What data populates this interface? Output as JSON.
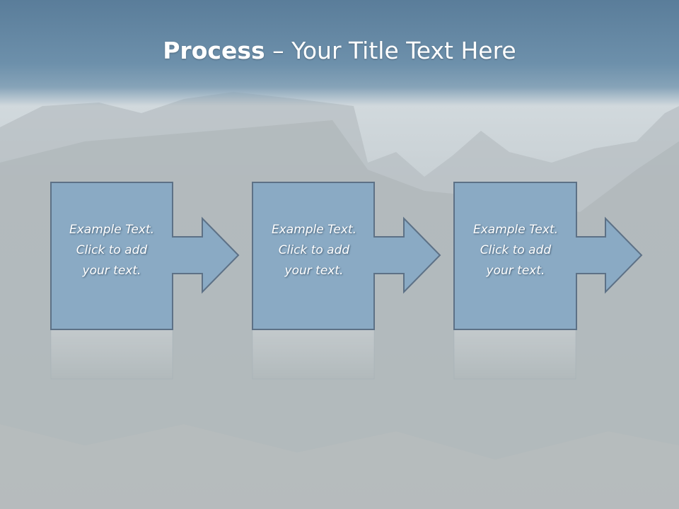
{
  "slide": {
    "title_bold": "Process",
    "title_rest": " – Your Title Text Here"
  },
  "colors": {
    "box_fill": "#8aaac4",
    "box_stroke": "#5d7186",
    "title_band": "#6d90ab"
  },
  "steps": [
    {
      "line1": "Example Text.",
      "line2": "Click  to add",
      "line3": "your text."
    },
    {
      "line1": "Example Text.",
      "line2": "Click  to add",
      "line3": "your text."
    },
    {
      "line1": "Example Text.",
      "line2": "Click  to add",
      "line3": "your text."
    }
  ]
}
